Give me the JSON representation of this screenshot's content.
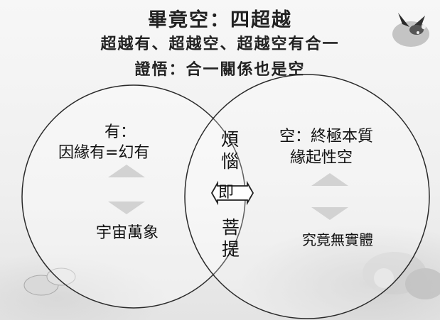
{
  "title": {
    "line1": "畢竟空：四超越",
    "line2": "超越有、超越空、超越空有合一",
    "line3": "證悟：合一關係也是空"
  },
  "left_circle": {
    "heading": "有：",
    "subheading": "因緣有=幻有",
    "bottom": "宇宙萬象"
  },
  "right_circle": {
    "heading": "空：終極本質",
    "subheading": "緣起性空",
    "bottom": "究竟無實體"
  },
  "center": {
    "top1": "煩",
    "top2": "惱",
    "middle": "即",
    "bottom1": "菩",
    "bottom2": "提"
  },
  "colors": {
    "circle_stroke": "#2a2a2a",
    "text": "#111111",
    "arrow_fill": "#d4d4d4"
  }
}
